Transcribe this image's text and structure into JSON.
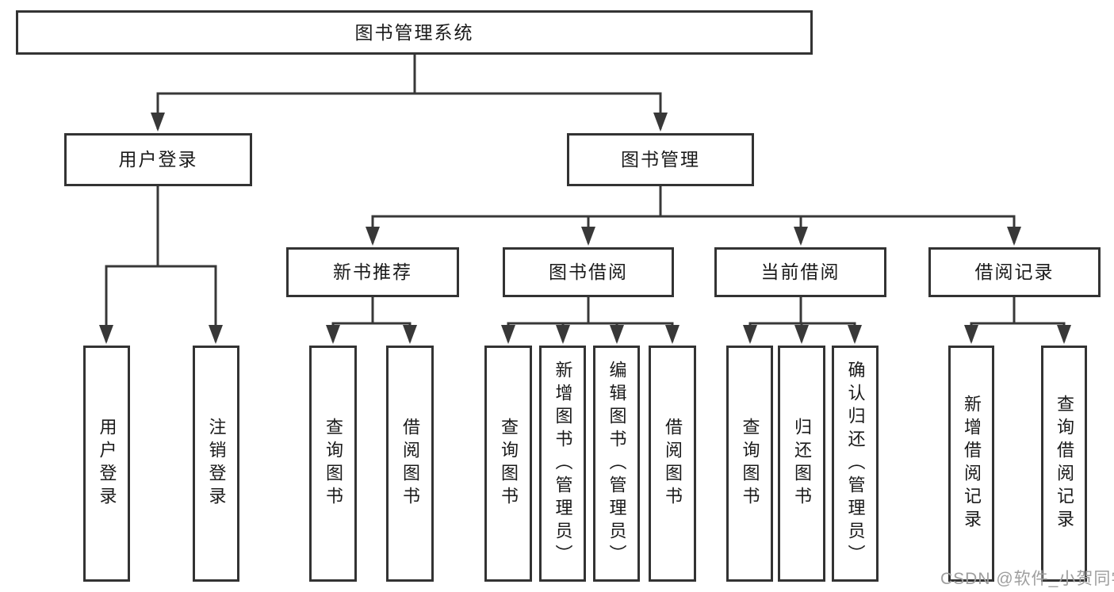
{
  "diagram": {
    "nodes": {
      "root": "图书管理系统",
      "user_login": "用户登录",
      "book_management": "图书管理",
      "new_book_recommend": "新书推荐",
      "book_borrowing": "图书借阅",
      "current_borrowing": "当前借阅",
      "borrowing_records": "借阅记录",
      "leaf_user_login": "用户登录",
      "leaf_logout": "注销登录",
      "rec_query_books": "查询图书",
      "rec_borrow_books": "借阅图书",
      "bb_query_books": "查询图书",
      "bb_add_books_admin": "新增图书（管理员）",
      "bb_edit_books_admin": "编辑图书（管理员）",
      "bb_borrow_books": "借阅图书",
      "cb_query_books": "查询图书",
      "cb_return_books": "归还图书",
      "cb_confirm_return_admin": "确认归还（管理员）",
      "br_add_record": "新增借阅记录",
      "br_query_record": "查询借阅记录"
    },
    "watermark": "CSDN @软件_小贺同学",
    "colors": {
      "line": "#383838",
      "box_border": "#333333",
      "background": "#ffffff",
      "text": "#1a1a1a",
      "watermark": "#9e9e9e"
    }
  }
}
